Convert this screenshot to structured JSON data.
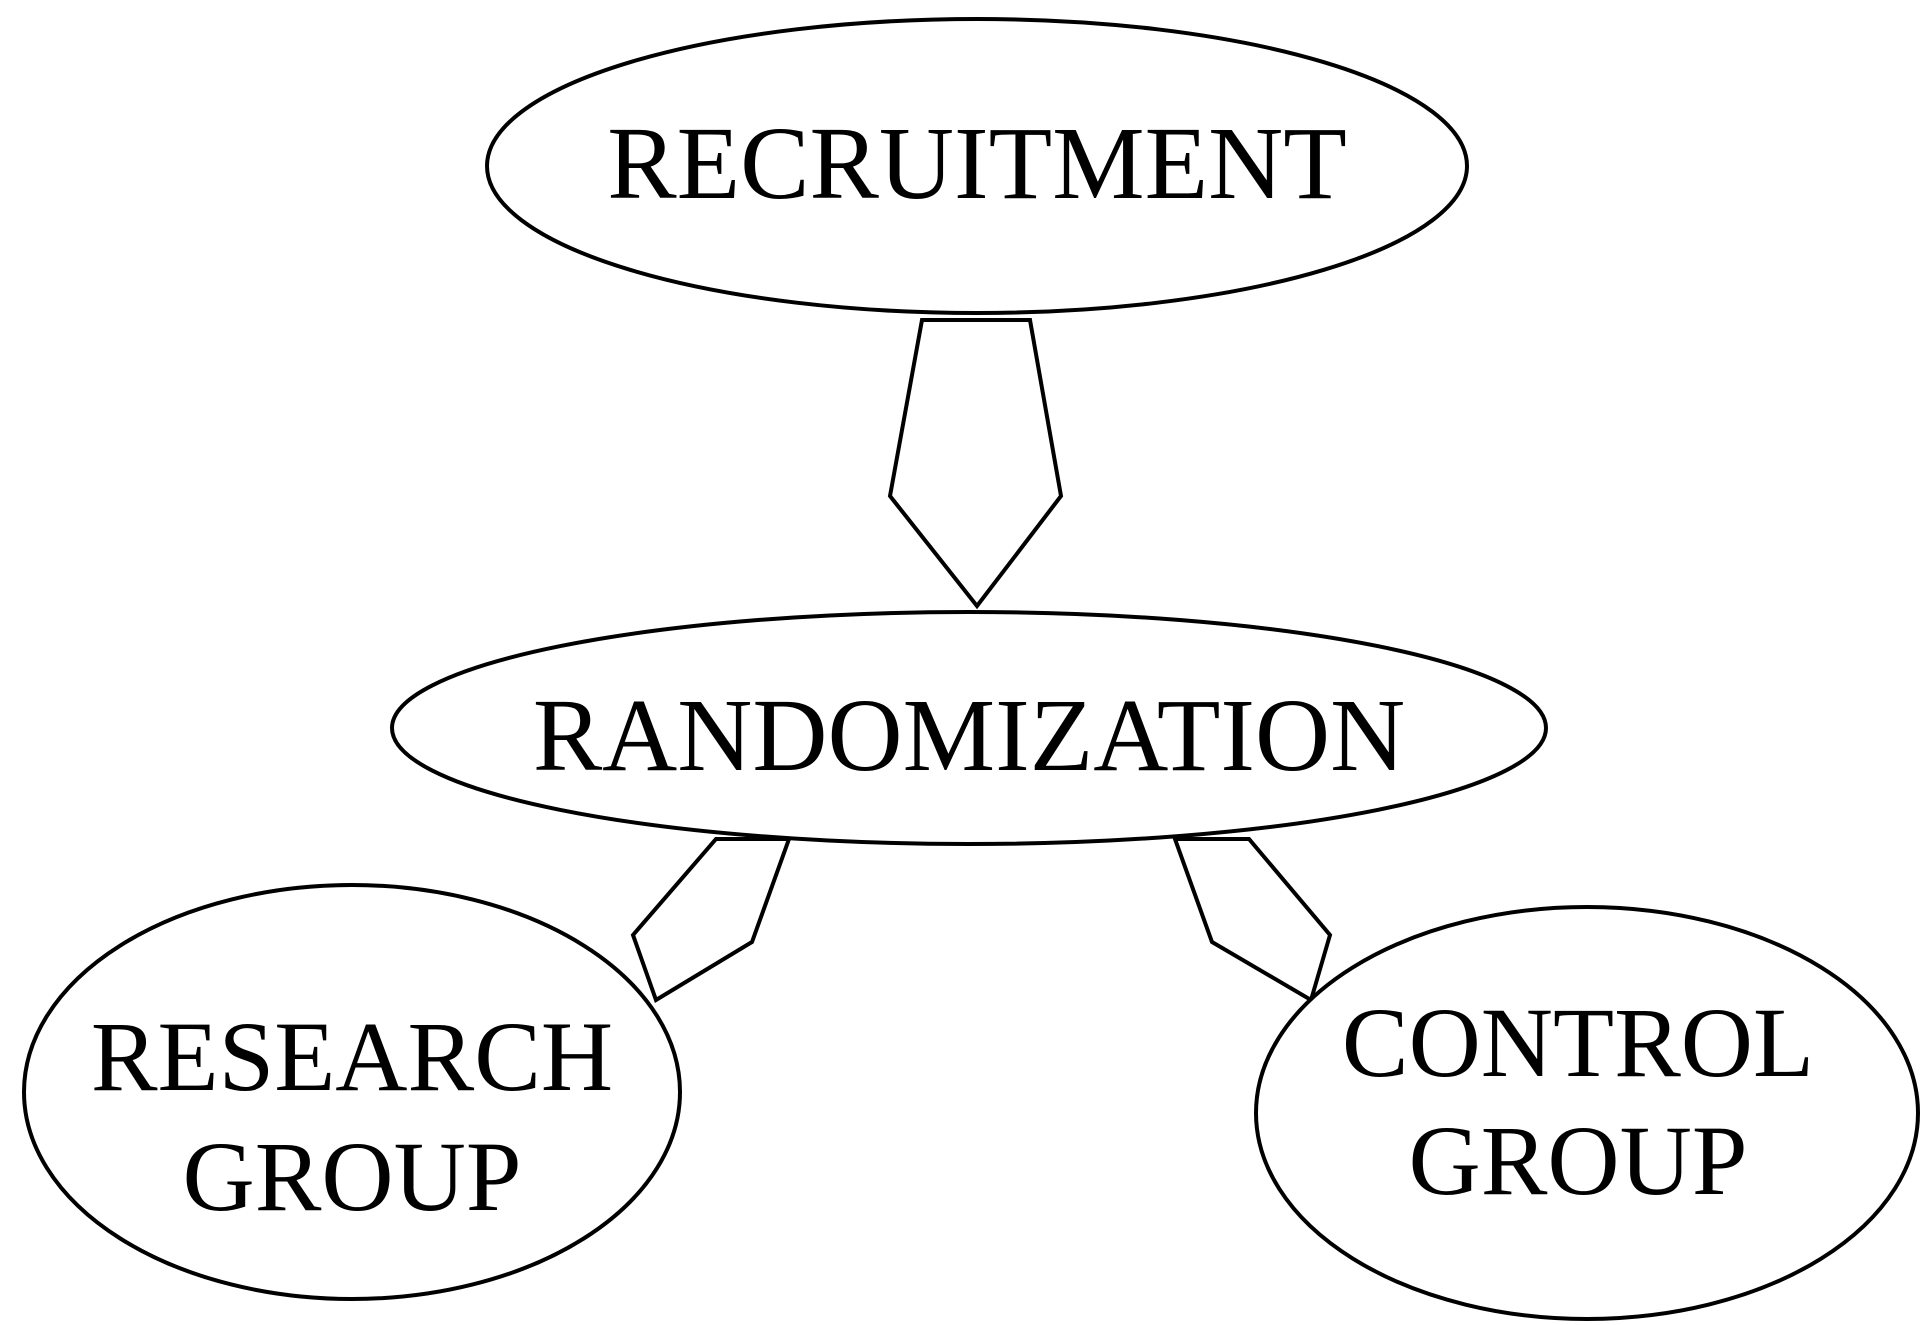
{
  "diagram": {
    "nodes": {
      "recruitment": {
        "label": "RECRUITMENT"
      },
      "randomization": {
        "label": "RANDOMIZATION"
      },
      "research_group": {
        "line1": "RESEARCH",
        "line2": "GROUP"
      },
      "control_group": {
        "line1": "CONTROL",
        "line2": "GROUP"
      }
    },
    "edges": [
      {
        "from": "RECRUITMENT",
        "to": "RANDOMIZATION"
      },
      {
        "from": "RANDOMIZATION",
        "to": "RESEARCH GROUP"
      },
      {
        "from": "RANDOMIZATION",
        "to": "CONTROL GROUP"
      }
    ]
  },
  "colors": {
    "stroke": "#000000",
    "fill": "#ffffff",
    "text": "#000000"
  }
}
